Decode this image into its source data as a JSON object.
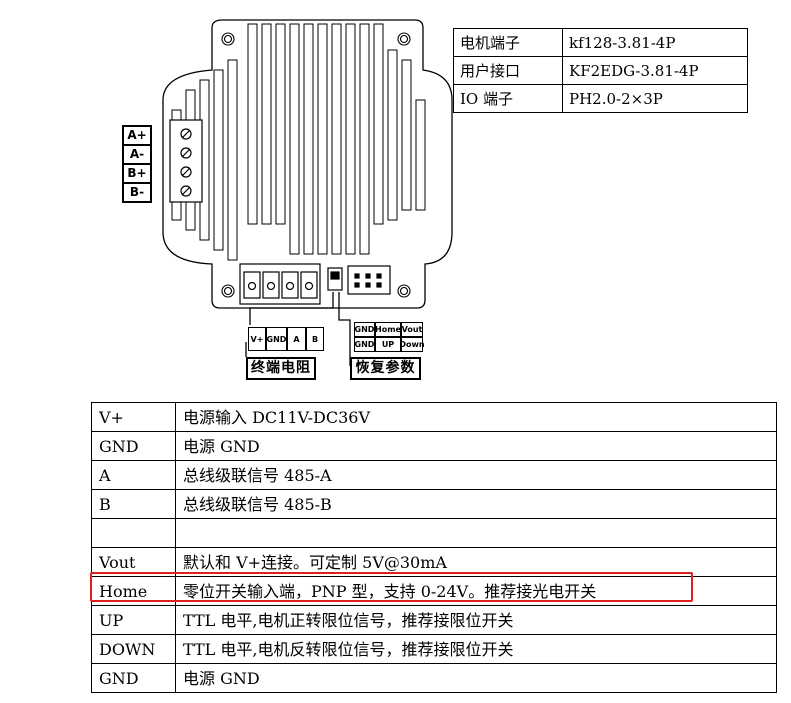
{
  "spec_table": [
    {
      "key": "电机端子",
      "value": "kf128-3.81-4P"
    },
    {
      "key": "用户接口",
      "value": "KF2EDG-3.81-4P"
    },
    {
      "key": "IO 端子",
      "value": "PH2.0-2×3P"
    }
  ],
  "motor_terminals": [
    "A+",
    "A-",
    "B+",
    "B-"
  ],
  "user_pins": [
    "V+",
    "GND",
    "A",
    "B"
  ],
  "io_pins_top": [
    "GND",
    "Home",
    "Vout"
  ],
  "io_pins_bottom": [
    "GND",
    "UP",
    "Down"
  ],
  "labels": {
    "termination": "终端电阻",
    "restore": "恢复参数"
  },
  "pin_table": [
    {
      "pin": "V+",
      "desc": "电源输入 DC11V-DC36V"
    },
    {
      "pin": "GND",
      "desc": "电源 GND"
    },
    {
      "pin": "A",
      "desc": "总线级联信号 485-A"
    },
    {
      "pin": "B",
      "desc": "总线级联信号 485-B"
    },
    {
      "pin": "",
      "desc": ""
    },
    {
      "pin": "Vout",
      "desc": "默认和 V+连接。可定制 5V@30mA"
    },
    {
      "pin": "Home",
      "desc": "零位开关输入端，PNP 型，支持 0-24V。推荐接光电开关"
    },
    {
      "pin": "UP",
      "desc": "TTL 电平,电机正转限位信号，推荐接限位开关"
    },
    {
      "pin": "DOWN",
      "desc": "TTL 电平,电机反转限位信号，推荐接限位开关"
    },
    {
      "pin": "GND",
      "desc": "电源 GND"
    }
  ],
  "colors": {
    "highlight": "#e02020",
    "outline": "#000000"
  }
}
